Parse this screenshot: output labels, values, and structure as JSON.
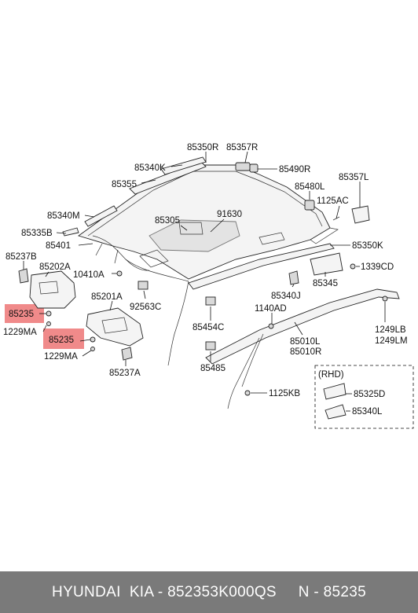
{
  "labels": {
    "l85350R": "85350R",
    "l85357R": "85357R",
    "l85340K": "85340K",
    "l85490R": "85490R",
    "l85355": "85355",
    "l85357L": "85357L",
    "l85480L": "85480L",
    "l1125AC": "1125AC",
    "l85305": "85305",
    "l91630": "91630",
    "l85340M": "85340M",
    "l85335B": "85335B",
    "l85350K": "85350K",
    "l85401": "85401",
    "l85237B": "85237B",
    "l85202A": "85202A",
    "l10410A": "10410A",
    "l1339CD": "1339CD",
    "l85345": "85345",
    "l85201A": "85201A",
    "l92563C": "92563C",
    "l85340J": "85340J",
    "l85235a": "85235",
    "l1140AD": "1140AD",
    "l1229MAa": "1229MA",
    "l85454C": "85454C",
    "l1249LB": "1249LB",
    "l1249LM": "1249LM",
    "l85235b": "85235",
    "l85010L": "85010L",
    "l85010R": "85010R",
    "l1229MAb": "1229MA",
    "l85485": "85485",
    "l85237A": "85237A",
    "lRHD": "(RHD)",
    "l1125KB": "1125KB",
    "l85325D": "85325D",
    "l85340L": "85340L"
  },
  "highlight_color": "#f08a8a",
  "footer": {
    "text": "HYUNDAI  KIA - 852353K000QS     N - 85235"
  }
}
